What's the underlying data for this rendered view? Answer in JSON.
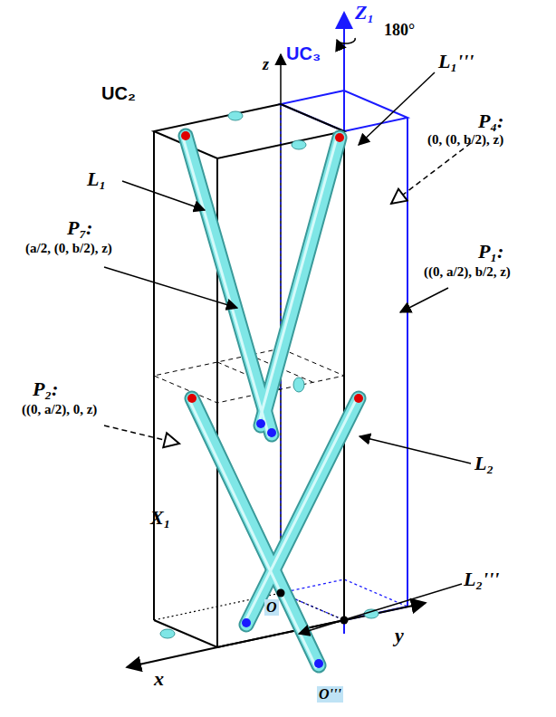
{
  "diagram": {
    "labels": [
      "Z₁",
      "180°",
      "UC₃",
      "z",
      "UC₂",
      "L₁'''",
      "L₁",
      "P₄:",
      "(0, (0, b/2), z)",
      "P₇:",
      "(a/2, (0, b/2), z)",
      "P₁:",
      "((0, a/2), b/2, z)",
      "P₂:",
      "((0, a/2), 0, z)",
      "L₂",
      "X₁",
      "L₂'''",
      "O",
      "x",
      "y",
      "O'''"
    ]
  }
}
